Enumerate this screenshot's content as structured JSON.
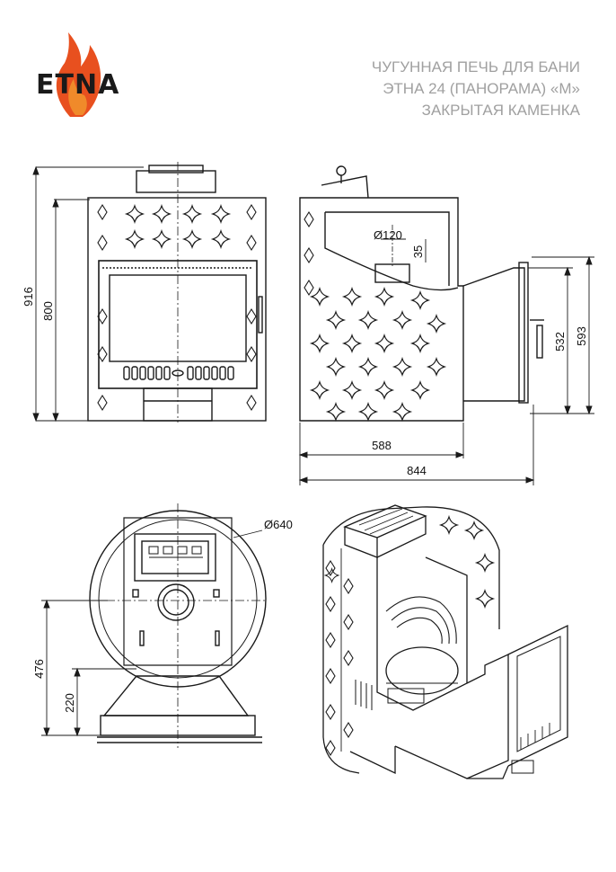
{
  "logo": {
    "text": "ETNA",
    "flame_colors": [
      "#e8501f",
      "#f08a2a",
      "#c0392b"
    ],
    "text_color": "#1a1a1a"
  },
  "title": {
    "lines": [
      "ЧУГУННАЯ ПЕЧЬ ДЛЯ БАНИ",
      "ЭТНА 24 (ПАНОРАМА) «М»",
      "ЗАКРЫТАЯ КАМЕНКА"
    ],
    "color": "#a0a0a0"
  },
  "dimensions": {
    "total_height": "916",
    "body_height": "800",
    "chimney_diameter": "Ø120",
    "chimney_offset": "35",
    "door_height": "532",
    "tunnel_height": "593",
    "body_depth": "588",
    "total_depth": "844",
    "body_diameter": "Ø640",
    "chimney_axis_height": "476",
    "base_height": "220"
  },
  "colors": {
    "line": "#1a1a1a",
    "hatch": "#555555"
  }
}
